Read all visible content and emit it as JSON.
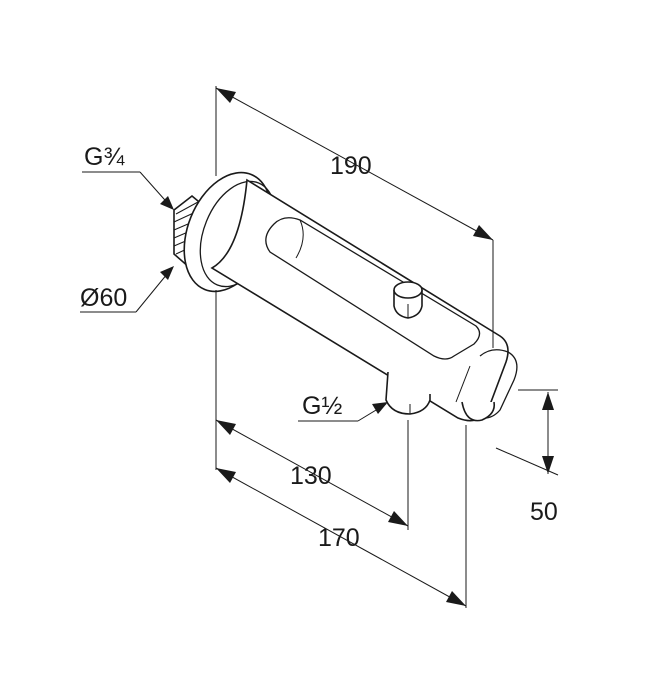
{
  "drawing": {
    "subject": "wall-mounted bath spout with diverter, dimension drawing",
    "line_color": "#1a1a1a",
    "background": "#ffffff"
  },
  "labels": {
    "thread_inlet": "G¾",
    "rosette_diameter": "Ø60",
    "thread_outlet": "G½",
    "dim_projection": "190",
    "dim_outlet": "130",
    "dim_spout": "170",
    "dim_height": "50"
  }
}
